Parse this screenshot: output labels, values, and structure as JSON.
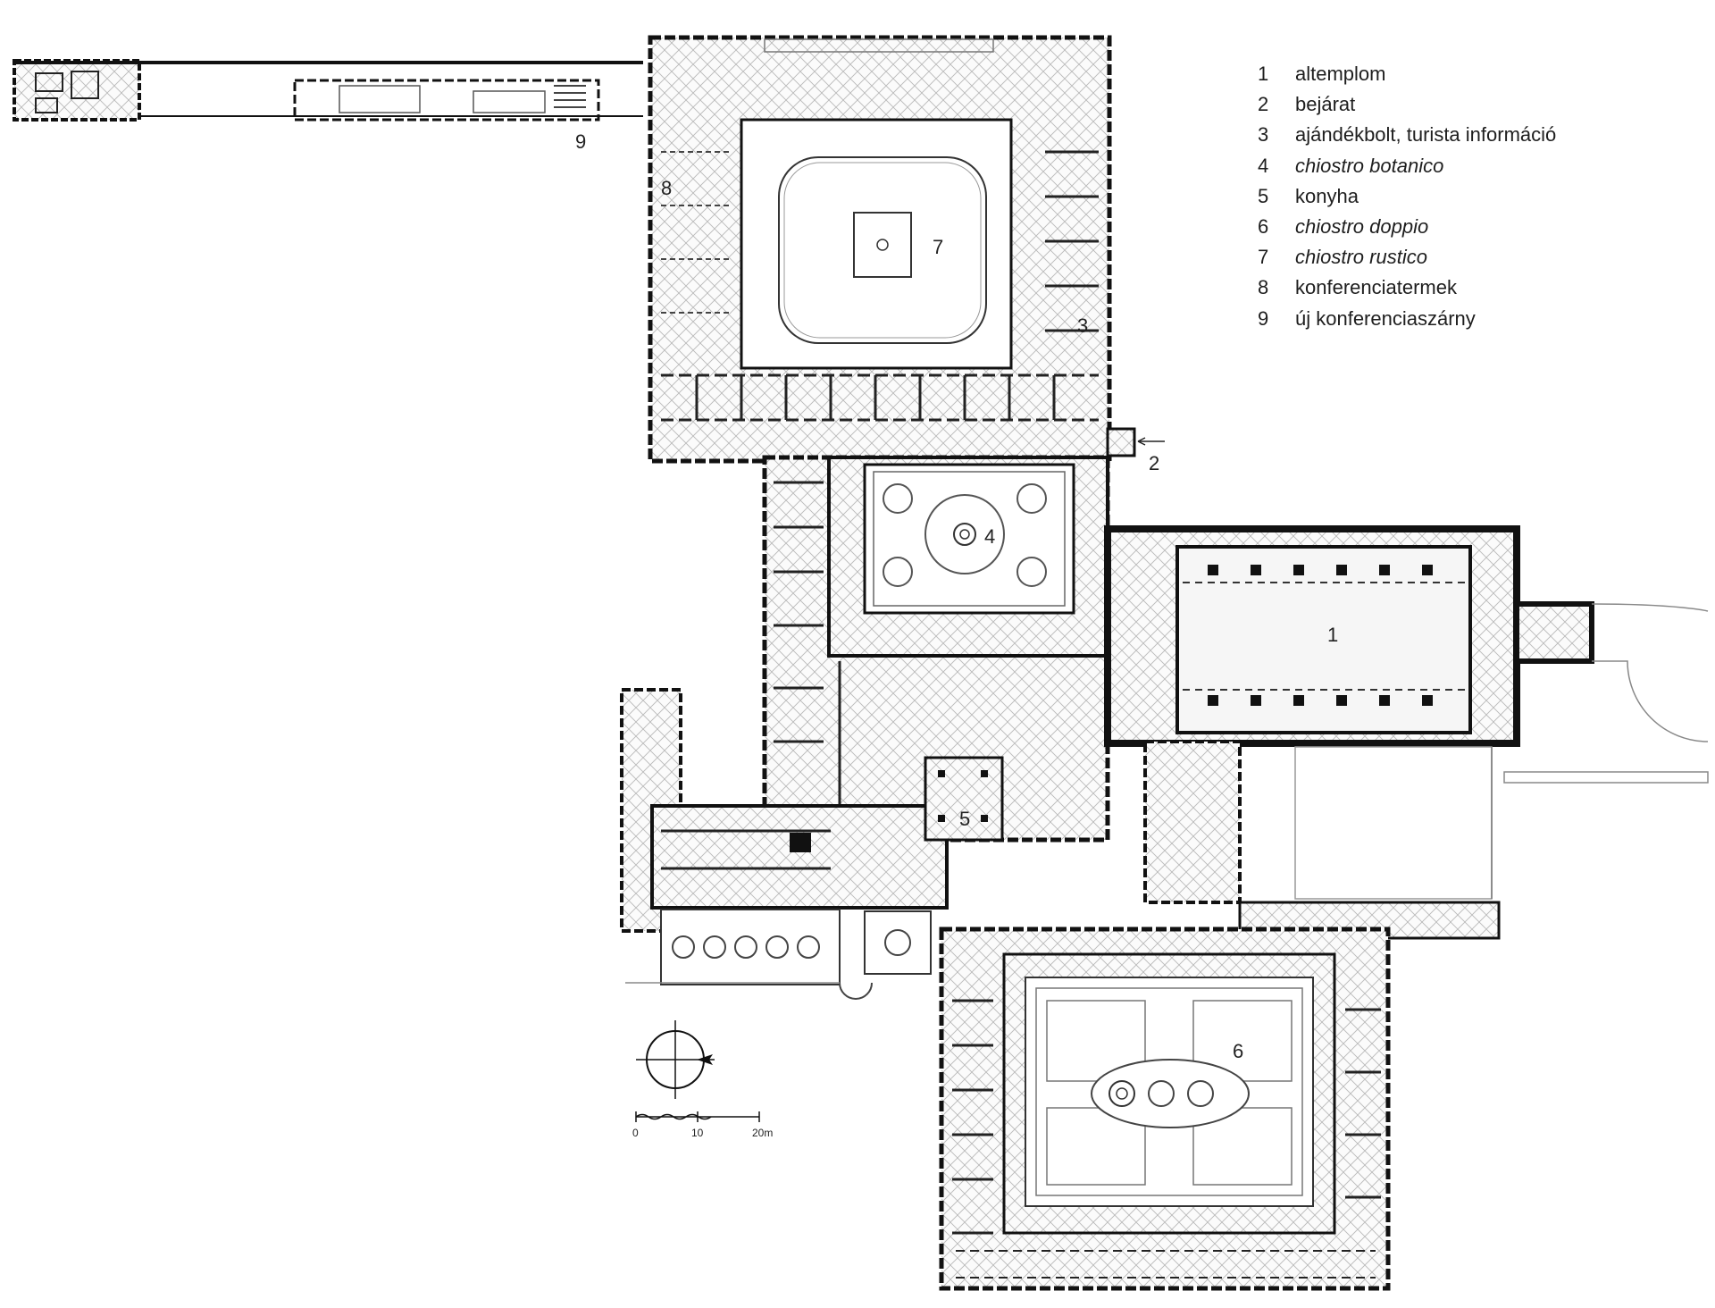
{
  "legend": [
    {
      "num": "1",
      "text": "altemplom",
      "italic": false
    },
    {
      "num": "2",
      "text": "bejárat",
      "italic": false
    },
    {
      "num": "3",
      "text": "ajándékbolt, turista információ",
      "italic": false
    },
    {
      "num": "4",
      "text": "chiostro botanico",
      "italic": true
    },
    {
      "num": "5",
      "text": "konyha",
      "italic": false
    },
    {
      "num": "6",
      "text": "chiostro doppio",
      "italic": true
    },
    {
      "num": "7",
      "text": "chiostro rustico",
      "italic": true
    },
    {
      "num": "8",
      "text": "konferenciatermek",
      "italic": false
    },
    {
      "num": "9",
      "text": "új konferenciaszárny",
      "italic": false
    }
  ],
  "plan_labels": {
    "l1": "1",
    "l2": "2",
    "l3": "3",
    "l4": "4",
    "l5": "5",
    "l6": "6",
    "l7": "7",
    "l8": "8",
    "l9": "9"
  },
  "scale_bar": {
    "t0": "0",
    "t10": "10",
    "t20": "20m"
  }
}
